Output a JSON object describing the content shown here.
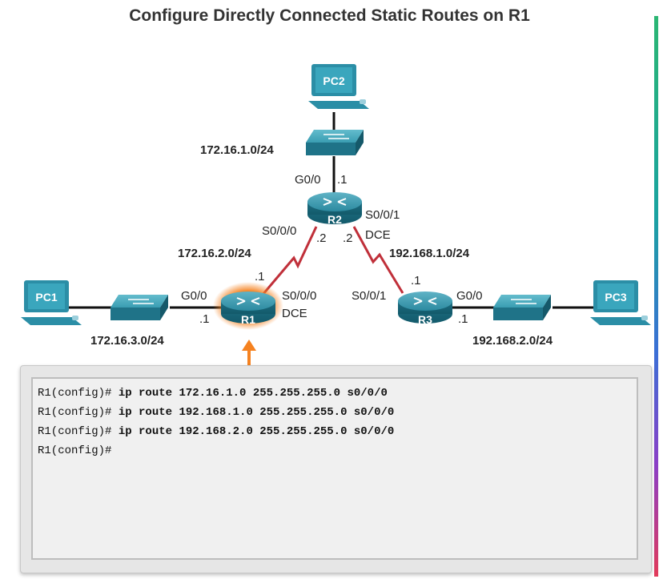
{
  "title": "Configure Directly Connected Static Routes on R1",
  "devices": {
    "pc1": "PC1",
    "pc2": "PC2",
    "pc3": "PC3",
    "r1": "R1",
    "r2": "R2",
    "r3": "R3"
  },
  "networks": {
    "top_lan": "172.16.1.0/24",
    "r1_r2_link": "172.16.2.0/24",
    "r2_r3_link": "192.168.1.0/24",
    "left_lan": "172.16.3.0/24",
    "right_lan": "192.168.2.0/24"
  },
  "interfaces": {
    "r2_g00": "G0/0",
    "r2_g00_host": ".1",
    "r2_s000": "S0/0/0",
    "r2_s000_host": ".2",
    "r2_s001": "S0/0/1",
    "r2_s001_dce": "DCE",
    "r2_s001_host": ".2",
    "r1_g00": "G0/0",
    "r1_g00_host": ".1",
    "r1_s000": "S0/0/0",
    "r1_s000_dce": "DCE",
    "r1_s000_host": ".1",
    "r3_s001": "S0/0/1",
    "r3_s001_host": ".1",
    "r3_g00": "G0/0",
    "r3_g00_host": ".1"
  },
  "highlight": {
    "device": "R1",
    "color": "#f58220"
  },
  "colors": {
    "router": "#1f7f95",
    "switch": "#2a8fa3",
    "pc": "#2b8ea6",
    "serial_link": "#c0303a"
  },
  "cli": {
    "lines": [
      {
        "prompt": "R1(config)#",
        "command": "ip route 172.16.1.0 255.255.255.0 s0/0/0"
      },
      {
        "prompt": "R1(config)#",
        "command": "ip route 192.168.1.0 255.255.255.0 s0/0/0"
      },
      {
        "prompt": "R1(config)#",
        "command": "ip route 192.168.2.0 255.255.255.0 s0/0/0"
      },
      {
        "prompt": "R1(config)#",
        "command": ""
      }
    ]
  }
}
